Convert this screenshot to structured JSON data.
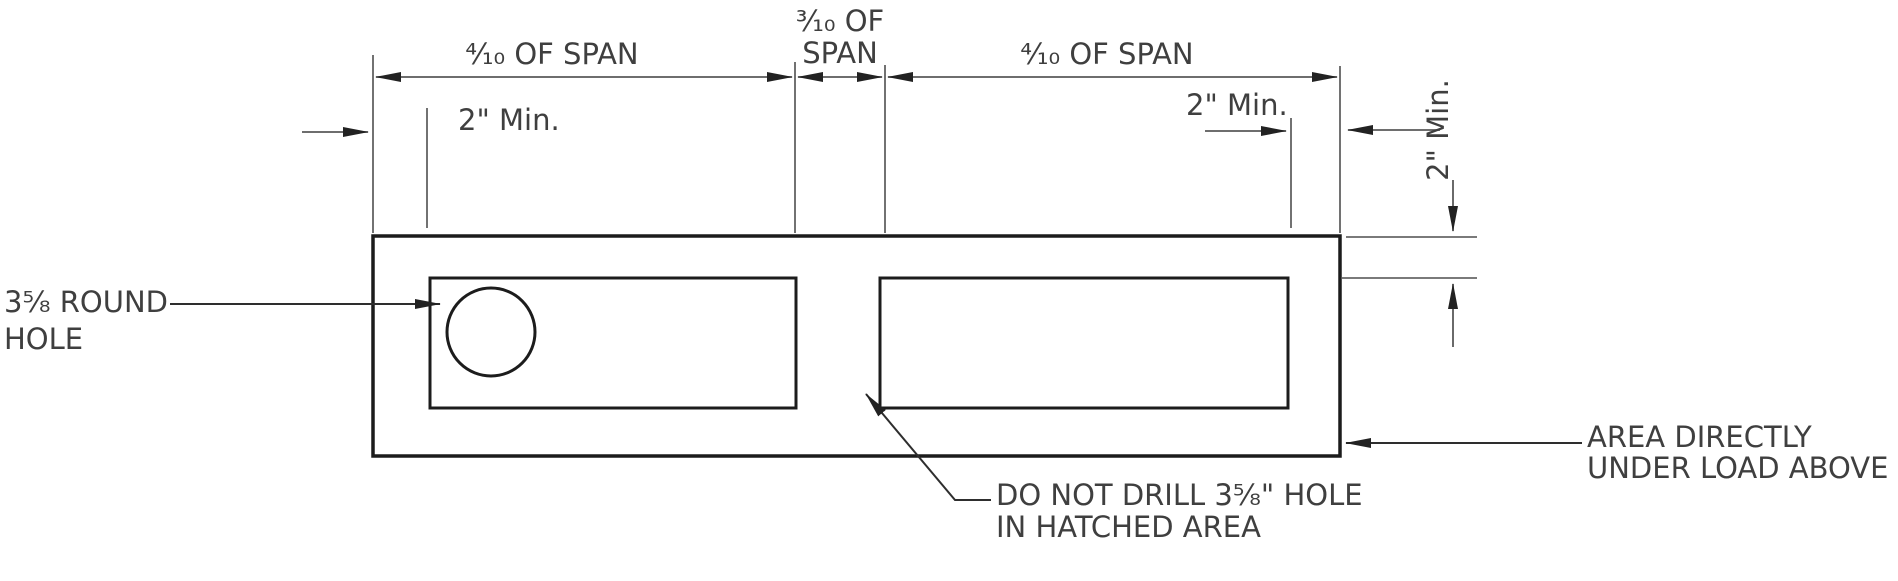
{
  "labels": {
    "span_left": "⁴⁄₁₀ OF SPAN",
    "span_mid_line1": "³⁄₁₀ OF",
    "span_mid_line2": "SPAN",
    "span_right": "⁴⁄₁₀ OF SPAN",
    "min_left": "2\" Min.",
    "min_right": "2\" Min.",
    "min_vertical": "2\" Min.",
    "round_hole_line1": "3⁵⁄₈ ROUND",
    "round_hole_line2": "HOLE",
    "do_not_drill_line1": "DO NOT DRILL 3⁵⁄₈\" HOLE",
    "do_not_drill_line2": "IN HATCHED AREA",
    "area_load_line1": "AREA DIRECTLY",
    "area_load_line2": "UNDER LOAD ABOVE"
  },
  "colors": {
    "outline": "#1c1c1c",
    "hatch": "#1c1c1c",
    "dimension_lines": "#5a5a5a",
    "leader_lines": "#2e2e2e",
    "text": "#3f3f3f",
    "background": "#ffffff"
  }
}
